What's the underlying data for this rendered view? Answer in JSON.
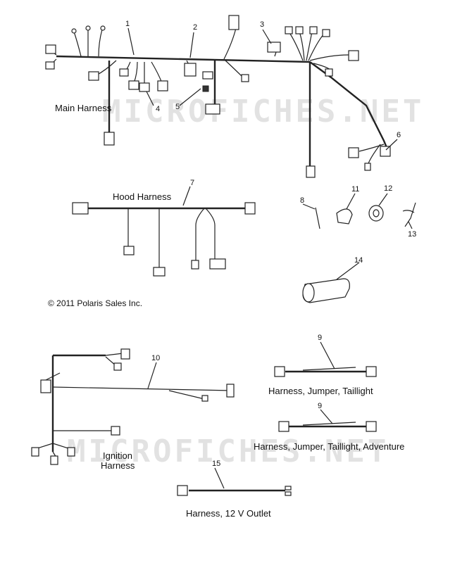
{
  "watermarks": [
    "MICROFICHES.NET",
    "MICROFICHES.NET"
  ],
  "labels": {
    "main_harness": "Main Harness",
    "hood_harness": "Hood Harness",
    "ignition_harness_line1": "Ignition",
    "ignition_harness_line2": "Harness",
    "jumper_taillight": "Harness, Jumper, Taillight",
    "jumper_taillight_adventure": "Harness, Jumper, Taillight, Adventure",
    "outlet_12v": "Harness, 12 V Outlet",
    "copyright": "© 2011 Polaris Sales Inc."
  },
  "callouts": [
    "1",
    "2",
    "3",
    "4",
    "5",
    "6",
    "7",
    "8",
    "9",
    "9",
    "10",
    "11",
    "12",
    "13",
    "14",
    "15"
  ]
}
